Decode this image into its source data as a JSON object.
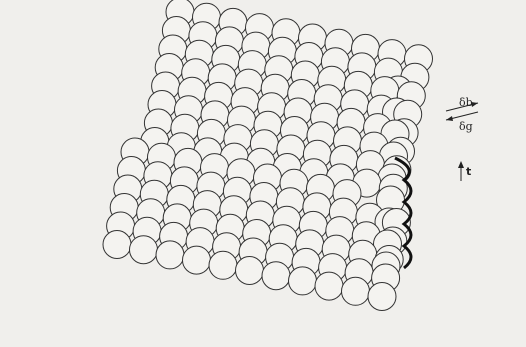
{
  "labels": {
    "delta_b": "δb",
    "delta_g": "δg",
    "t": "t"
  },
  "colors": {
    "paper": "#f0efec",
    "atom_fill": "#f4f3f0",
    "atom_stroke": "#333333",
    "dislocation_stroke": "#111111"
  }
}
